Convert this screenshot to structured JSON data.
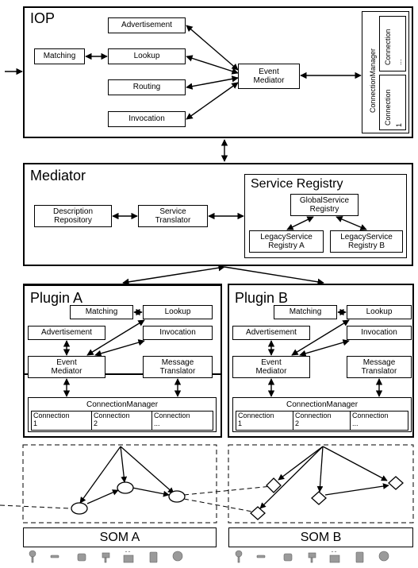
{
  "iop": {
    "title": "IOP",
    "matching": "Matching",
    "advertisement": "Advertisement",
    "lookup": "Lookup",
    "routing": "Routing",
    "invocation": "Invocation",
    "event_mediator": [
      "Event",
      "Mediator"
    ],
    "connection_manager": "ConnectionManager",
    "connection_label": "Connection",
    "connection_dots": "...",
    "connection_one": "1"
  },
  "mediator": {
    "title": "Mediator",
    "description_repository": [
      "Description",
      "Repository"
    ],
    "service_translator": [
      "Service",
      "Translator"
    ],
    "service_registry": {
      "title": "Service Registry",
      "global": [
        "GlobalService",
        "Registry"
      ],
      "legacy_a": [
        "LegacyService",
        "Registry A"
      ],
      "legacy_b": [
        "LegacyService",
        "Registry B"
      ]
    }
  },
  "plugins": [
    {
      "title": "Plugin A",
      "matching": "Matching",
      "lookup": "Lookup",
      "advertisement": "Advertisement",
      "invocation": "Invocation",
      "event_mediator": [
        "Event",
        "Mediator"
      ],
      "message_translator": [
        "Message",
        "Translator"
      ],
      "connection_manager": "ConnectionManager",
      "connections": [
        [
          "Connection",
          "1"
        ],
        [
          "Connection",
          "2"
        ],
        [
          "Connection",
          "..."
        ]
      ]
    },
    {
      "title": "Plugin B",
      "matching": "Matching",
      "lookup": "Lookup",
      "advertisement": "Advertisement",
      "invocation": "Invocation",
      "event_mediator": [
        "Event",
        "Mediator"
      ],
      "message_translator": [
        "Message",
        "Translator"
      ],
      "connection_manager": "ConnectionManager",
      "connections": [
        [
          "Connection",
          "1"
        ],
        [
          "Connection",
          "2"
        ],
        [
          "Connection",
          "..."
        ]
      ]
    }
  ],
  "som": {
    "a": "SOM A",
    "b": "SOM B"
  },
  "device_icons": [
    "sensor-icon",
    "remote-icon",
    "device-icon",
    "camera-icon",
    "stove-icon",
    "appliance-icon",
    "co-sensor-icon"
  ]
}
